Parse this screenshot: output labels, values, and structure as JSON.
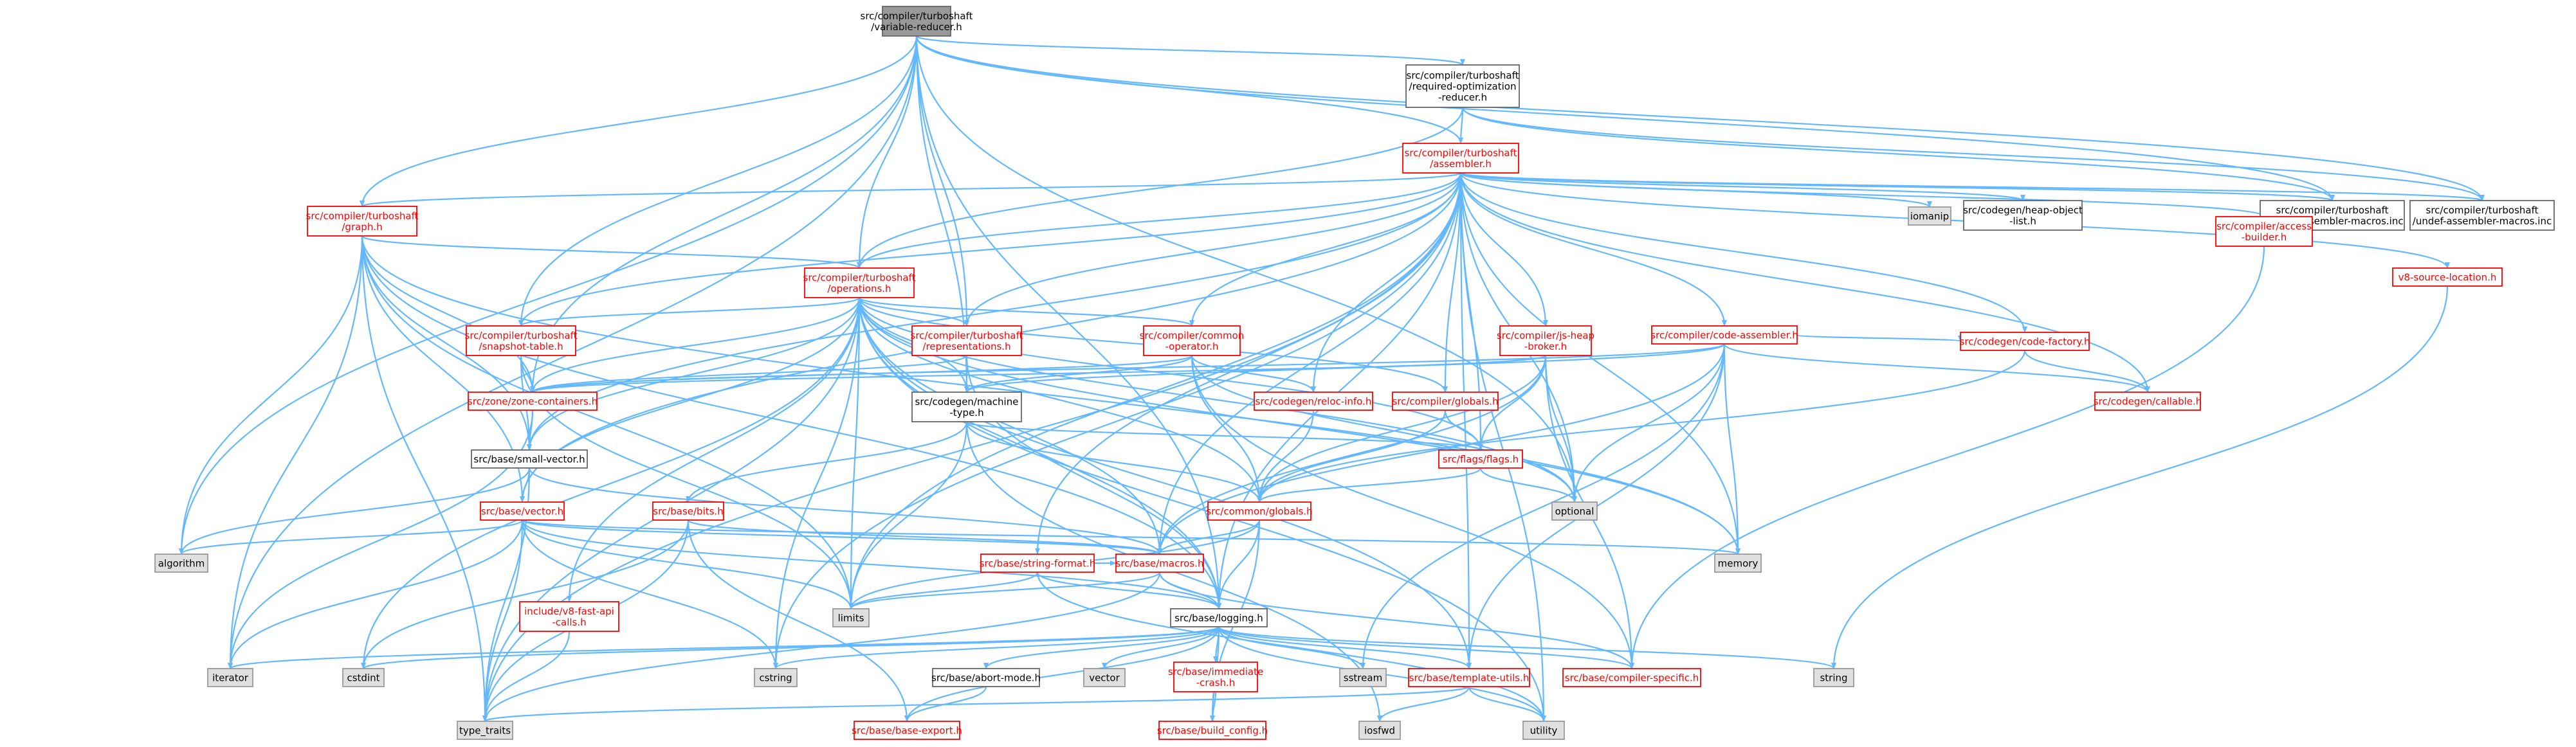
{
  "colors": {
    "edge": "#63b8ff",
    "root_fill": "#999999",
    "link_border": "#ff0000",
    "doc_border": "#666666",
    "external_fill": "#e0e0e0"
  },
  "nodes": [
    {
      "id": "root",
      "kind": "root",
      "lines": [
        "src/compiler/turboshaft",
        "/variable-reducer.h"
      ]
    },
    {
      "id": "required_opt",
      "kind": "black",
      "lines": [
        "src/compiler/turboshaft",
        "/required-optimization",
        "-reducer.h"
      ]
    },
    {
      "id": "assembler",
      "kind": "red",
      "lines": [
        "src/compiler/turboshaft",
        "/assembler.h"
      ]
    },
    {
      "id": "graph",
      "kind": "red",
      "lines": [
        "src/compiler/turboshaft",
        "/graph.h"
      ]
    },
    {
      "id": "operations",
      "kind": "red",
      "lines": [
        "src/compiler/turboshaft",
        "/operations.h"
      ]
    },
    {
      "id": "iomanip",
      "kind": "gray",
      "lines": [
        "iomanip"
      ]
    },
    {
      "id": "heap_object_list",
      "kind": "black",
      "lines": [
        "src/codegen/heap-object",
        "-list.h"
      ]
    },
    {
      "id": "define_macros",
      "kind": "black",
      "lines": [
        "src/compiler/turboshaft",
        "/define-assembler-macros.inc"
      ]
    },
    {
      "id": "undef_macros",
      "kind": "black",
      "lines": [
        "src/compiler/turboshaft",
        "/undef-assembler-macros.inc"
      ]
    },
    {
      "id": "access_builder",
      "kind": "red",
      "lines": [
        "src/compiler/access",
        "-builder.h"
      ]
    },
    {
      "id": "v8_source_location",
      "kind": "red",
      "lines": [
        "v8-source-location.h"
      ]
    },
    {
      "id": "snapshot_table",
      "kind": "red",
      "lines": [
        "src/compiler/turboshaft",
        "/snapshot-table.h"
      ]
    },
    {
      "id": "representations",
      "kind": "red",
      "lines": [
        "src/compiler/turboshaft",
        "/representations.h"
      ]
    },
    {
      "id": "common_operator",
      "kind": "red",
      "lines": [
        "src/compiler/common",
        "-operator.h"
      ]
    },
    {
      "id": "js_heap_broker",
      "kind": "red",
      "lines": [
        "src/compiler/js-heap",
        "-broker.h"
      ]
    },
    {
      "id": "code_assembler",
      "kind": "red",
      "lines": [
        "src/compiler/code-assembler.h"
      ]
    },
    {
      "id": "code_factory",
      "kind": "red",
      "lines": [
        "src/codegen/code-factory.h"
      ]
    },
    {
      "id": "zone_containers",
      "kind": "red",
      "lines": [
        "src/zone/zone-containers.h"
      ]
    },
    {
      "id": "machine_type",
      "kind": "black",
      "lines": [
        "src/codegen/machine",
        "-type.h"
      ]
    },
    {
      "id": "reloc_info",
      "kind": "red",
      "lines": [
        "src/codegen/reloc-info.h"
      ]
    },
    {
      "id": "compiler_globals",
      "kind": "red",
      "lines": [
        "src/compiler/globals.h"
      ]
    },
    {
      "id": "callable",
      "kind": "red",
      "lines": [
        "src/codegen/callable.h"
      ]
    },
    {
      "id": "small_vector",
      "kind": "black",
      "lines": [
        "src/base/small-vector.h"
      ]
    },
    {
      "id": "flags",
      "kind": "red",
      "lines": [
        "src/flags/flags.h"
      ]
    },
    {
      "id": "vector",
      "kind": "red",
      "lines": [
        "src/base/vector.h"
      ]
    },
    {
      "id": "bits",
      "kind": "red",
      "lines": [
        "src/base/bits.h"
      ]
    },
    {
      "id": "common_globals",
      "kind": "red",
      "lines": [
        "src/common/globals.h"
      ]
    },
    {
      "id": "optional",
      "kind": "gray",
      "lines": [
        "optional"
      ]
    },
    {
      "id": "algorithm",
      "kind": "gray",
      "lines": [
        "algorithm"
      ]
    },
    {
      "id": "memory",
      "kind": "gray",
      "lines": [
        "memory"
      ]
    },
    {
      "id": "string_format",
      "kind": "red",
      "lines": [
        "src/base/string-format.h"
      ]
    },
    {
      "id": "macros",
      "kind": "red",
      "lines": [
        "src/base/macros.h"
      ]
    },
    {
      "id": "fast_api_calls",
      "kind": "red",
      "lines": [
        "include/v8-fast-api",
        "-calls.h"
      ]
    },
    {
      "id": "limits",
      "kind": "gray",
      "lines": [
        "limits"
      ]
    },
    {
      "id": "logging",
      "kind": "black",
      "lines": [
        "src/base/logging.h"
      ]
    },
    {
      "id": "iterator",
      "kind": "gray",
      "lines": [
        "iterator"
      ]
    },
    {
      "id": "cstdint",
      "kind": "gray",
      "lines": [
        "cstdint"
      ]
    },
    {
      "id": "cstring",
      "kind": "gray",
      "lines": [
        "cstring"
      ]
    },
    {
      "id": "abort_mode",
      "kind": "black",
      "lines": [
        "src/base/abort-mode.h"
      ]
    },
    {
      "id": "vector_std",
      "kind": "gray",
      "lines": [
        "vector"
      ]
    },
    {
      "id": "immediate_crash",
      "kind": "red",
      "lines": [
        "src/base/immediate",
        "-crash.h"
      ]
    },
    {
      "id": "sstream",
      "kind": "gray",
      "lines": [
        "sstream"
      ]
    },
    {
      "id": "template_utils",
      "kind": "red",
      "lines": [
        "src/base/template-utils.h"
      ]
    },
    {
      "id": "compiler_specific",
      "kind": "red",
      "lines": [
        "src/base/compiler-specific.h"
      ]
    },
    {
      "id": "string",
      "kind": "gray",
      "lines": [
        "string"
      ]
    },
    {
      "id": "type_traits",
      "kind": "gray",
      "lines": [
        "type_traits"
      ]
    },
    {
      "id": "base_export",
      "kind": "red",
      "lines": [
        "src/base/base-export.h"
      ]
    },
    {
      "id": "build_config",
      "kind": "red",
      "lines": [
        "src/base/build_config.h"
      ]
    },
    {
      "id": "iosfwd",
      "kind": "gray",
      "lines": [
        "iosfwd"
      ]
    },
    {
      "id": "utility",
      "kind": "gray",
      "lines": [
        "utility"
      ]
    }
  ],
  "edges": [
    [
      "root",
      "required_opt"
    ],
    [
      "root",
      "assembler"
    ],
    [
      "root",
      "graph"
    ],
    [
      "root",
      "operations"
    ],
    [
      "root",
      "snapshot_table"
    ],
    [
      "root",
      "representations"
    ],
    [
      "root",
      "zone_containers"
    ],
    [
      "root",
      "machine_type"
    ],
    [
      "root",
      "define_macros"
    ],
    [
      "root",
      "undef_macros"
    ],
    [
      "root",
      "algorithm"
    ],
    [
      "root",
      "iterator"
    ],
    [
      "root",
      "optional"
    ],
    [
      "root",
      "logging"
    ],
    [
      "required_opt",
      "assembler"
    ],
    [
      "required_opt",
      "operations"
    ],
    [
      "required_opt",
      "define_macros"
    ],
    [
      "required_opt",
      "undef_macros"
    ],
    [
      "assembler",
      "graph"
    ],
    [
      "assembler",
      "operations"
    ],
    [
      "assembler",
      "iomanip"
    ],
    [
      "assembler",
      "heap_object_list"
    ],
    [
      "assembler",
      "define_macros"
    ],
    [
      "assembler",
      "undef_macros"
    ],
    [
      "assembler",
      "access_builder"
    ],
    [
      "assembler",
      "v8_source_location"
    ],
    [
      "assembler",
      "snapshot_table"
    ],
    [
      "assembler",
      "representations"
    ],
    [
      "assembler",
      "common_operator"
    ],
    [
      "assembler",
      "js_heap_broker"
    ],
    [
      "assembler",
      "code_assembler"
    ],
    [
      "assembler",
      "code_factory"
    ],
    [
      "assembler",
      "reloc_info"
    ],
    [
      "assembler",
      "compiler_globals"
    ],
    [
      "assembler",
      "callable"
    ],
    [
      "assembler",
      "small_vector"
    ],
    [
      "assembler",
      "flags"
    ],
    [
      "assembler",
      "vector"
    ],
    [
      "assembler",
      "macros"
    ],
    [
      "assembler",
      "string_format"
    ],
    [
      "assembler",
      "optional"
    ],
    [
      "assembler",
      "memory"
    ],
    [
      "assembler",
      "limits"
    ],
    [
      "assembler",
      "cstring"
    ],
    [
      "assembler",
      "logging"
    ],
    [
      "assembler",
      "template_utils"
    ],
    [
      "assembler",
      "utility"
    ],
    [
      "assembler",
      "type_traits"
    ],
    [
      "graph",
      "operations"
    ],
    [
      "graph",
      "zone_containers"
    ],
    [
      "graph",
      "small_vector"
    ],
    [
      "graph",
      "vector"
    ],
    [
      "graph",
      "algorithm"
    ],
    [
      "graph",
      "iterator"
    ],
    [
      "graph",
      "limits"
    ],
    [
      "graph",
      "type_traits"
    ],
    [
      "graph",
      "memory"
    ],
    [
      "graph",
      "logging"
    ],
    [
      "operations",
      "snapshot_table"
    ],
    [
      "operations",
      "representations"
    ],
    [
      "operations",
      "common_operator"
    ],
    [
      "operations",
      "compiler_globals"
    ],
    [
      "operations",
      "machine_type"
    ],
    [
      "operations",
      "small_vector"
    ],
    [
      "operations",
      "vector"
    ],
    [
      "operations",
      "common_globals"
    ],
    [
      "operations",
      "macros"
    ],
    [
      "operations",
      "fast_api_calls"
    ],
    [
      "operations",
      "limits"
    ],
    [
      "operations",
      "cstring"
    ],
    [
      "operations",
      "cstdint"
    ],
    [
      "operations",
      "optional"
    ],
    [
      "operations",
      "logging"
    ],
    [
      "operations",
      "template_utils"
    ],
    [
      "operations",
      "utility"
    ],
    [
      "operations",
      "type_traits"
    ],
    [
      "operations",
      "zone_containers"
    ],
    [
      "operations",
      "flags"
    ],
    [
      "operations",
      "memory"
    ],
    [
      "snapshot_table",
      "zone_containers"
    ],
    [
      "snapshot_table",
      "small_vector"
    ],
    [
      "snapshot_table",
      "limits"
    ],
    [
      "representations",
      "machine_type"
    ],
    [
      "representations",
      "zone_containers"
    ],
    [
      "representations",
      "logging"
    ],
    [
      "common_operator",
      "machine_type"
    ],
    [
      "common_operator",
      "reloc_info"
    ],
    [
      "common_operator",
      "common_globals"
    ],
    [
      "common_operator",
      "zone_containers"
    ],
    [
      "common_operator",
      "optional"
    ],
    [
      "common_operator",
      "compiler_specific"
    ],
    [
      "js_heap_broker",
      "zone_containers"
    ],
    [
      "js_heap_broker",
      "flags"
    ],
    [
      "js_heap_broker",
      "optional"
    ],
    [
      "js_heap_broker",
      "common_globals"
    ],
    [
      "js_heap_broker",
      "macros"
    ],
    [
      "js_heap_broker",
      "compiler_specific"
    ],
    [
      "code_assembler",
      "machine_type"
    ],
    [
      "code_assembler",
      "code_factory"
    ],
    [
      "code_assembler",
      "callable"
    ],
    [
      "code_assembler",
      "optional"
    ],
    [
      "code_assembler",
      "macros"
    ],
    [
      "code_assembler",
      "memory"
    ],
    [
      "code_assembler",
      "sstream"
    ],
    [
      "code_assembler",
      "zone_containers"
    ],
    [
      "code_assembler",
      "template_utils"
    ],
    [
      "code_factory",
      "callable"
    ],
    [
      "code_factory",
      "common_globals"
    ],
    [
      "zone_containers",
      "small_vector"
    ],
    [
      "zone_containers",
      "iterator"
    ],
    [
      "machine_type",
      "bits"
    ],
    [
      "machine_type",
      "flags"
    ],
    [
      "machine_type",
      "common_globals"
    ],
    [
      "machine_type",
      "limits"
    ],
    [
      "machine_type",
      "iosfwd"
    ],
    [
      "reloc_info",
      "common_globals"
    ],
    [
      "compiler_globals",
      "flags"
    ],
    [
      "compiler_globals",
      "common_globals"
    ],
    [
      "small_vector",
      "vector"
    ],
    [
      "small_vector",
      "macros"
    ],
    [
      "small_vector",
      "algorithm"
    ],
    [
      "small_vector",
      "type_traits"
    ],
    [
      "flags",
      "optional"
    ],
    [
      "flags",
      "common_globals"
    ],
    [
      "vector",
      "macros"
    ],
    [
      "vector",
      "logging"
    ],
    [
      "vector",
      "algorithm"
    ],
    [
      "vector",
      "iterator"
    ],
    [
      "vector",
      "cstring"
    ],
    [
      "vector",
      "limits"
    ],
    [
      "vector",
      "memory"
    ],
    [
      "vector",
      "type_traits"
    ],
    [
      "bits",
      "macros"
    ],
    [
      "bits",
      "base_export"
    ],
    [
      "bits",
      "type_traits"
    ],
    [
      "bits",
      "cstdint"
    ],
    [
      "common_globals",
      "macros"
    ],
    [
      "common_globals",
      "logging"
    ],
    [
      "common_globals",
      "limits"
    ],
    [
      "common_globals",
      "build_config"
    ],
    [
      "string_format",
      "macros"
    ],
    [
      "string_format",
      "logging"
    ],
    [
      "string_format",
      "limits"
    ],
    [
      "string_format",
      "utility"
    ],
    [
      "macros",
      "logging"
    ],
    [
      "macros",
      "compiler_specific"
    ],
    [
      "macros",
      "limits"
    ],
    [
      "macros",
      "type_traits"
    ],
    [
      "fast_api_calls",
      "type_traits"
    ],
    [
      "logging",
      "iterator"
    ],
    [
      "logging",
      "cstdint"
    ],
    [
      "logging",
      "cstring"
    ],
    [
      "logging",
      "abort_mode"
    ],
    [
      "logging",
      "vector_std"
    ],
    [
      "logging",
      "immediate_crash"
    ],
    [
      "logging",
      "sstream"
    ],
    [
      "logging",
      "template_utils"
    ],
    [
      "logging",
      "compiler_specific"
    ],
    [
      "logging",
      "string"
    ],
    [
      "logging",
      "base_export"
    ],
    [
      "logging",
      "build_config"
    ],
    [
      "logging",
      "utility"
    ],
    [
      "abort_mode",
      "base_export"
    ],
    [
      "immediate_crash",
      "build_config"
    ],
    [
      "template_utils",
      "type_traits"
    ],
    [
      "template_utils",
      "iosfwd"
    ],
    [
      "template_utils",
      "utility"
    ],
    [
      "access_builder",
      "compiler_specific"
    ],
    [
      "v8_source_location",
      "string"
    ]
  ]
}
